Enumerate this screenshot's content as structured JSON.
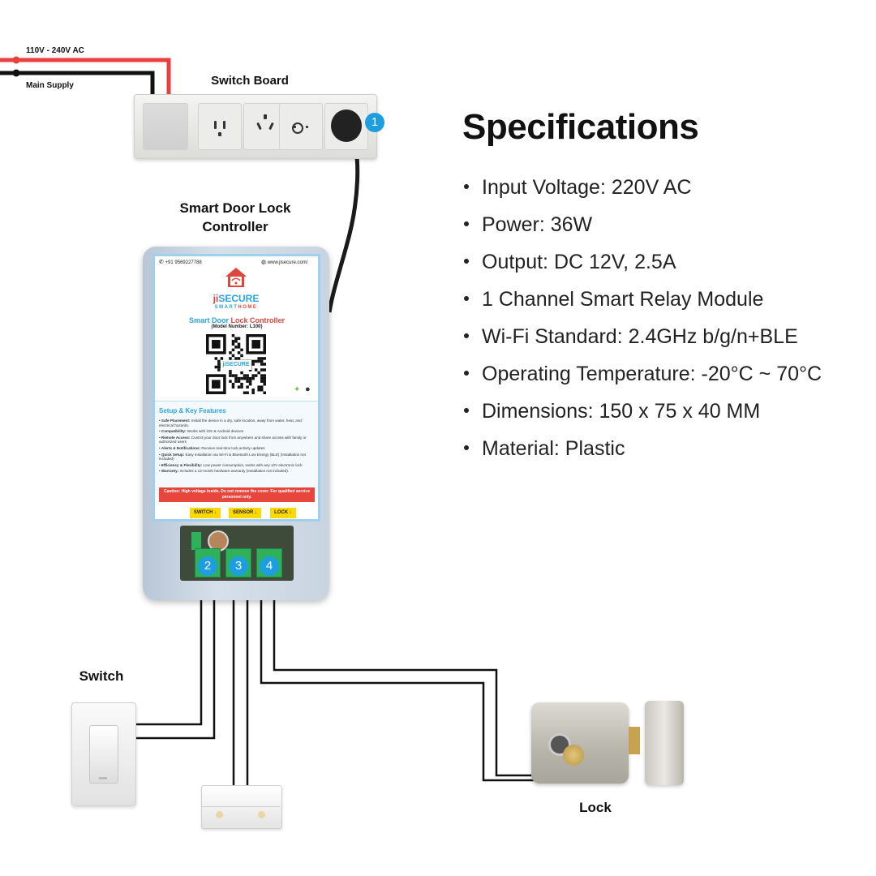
{
  "labels": {
    "mains_voltage": "110V - 240V AC",
    "main_supply": "Main Supply",
    "switch_board": "Switch Board",
    "controller_line1": "Smart Door Lock",
    "controller_line2": "Controller",
    "switch": "Switch",
    "lock": "Lock"
  },
  "badges": [
    "1",
    "2",
    "3",
    "4"
  ],
  "specifications": {
    "title": "Specifications",
    "items": [
      "Input Voltage: 220V AC",
      "Power: 36W",
      "Output: DC 12V, 2.5A",
      "1 Channel Smart Relay Module",
      "Wi-Fi Standard: 2.4GHz b/g/n+BLE",
      "Operating Temperature: -20°C ~ 70°C",
      "Dimensions: 150 x 75 x 40 MM",
      "Material: Plastic"
    ]
  },
  "device_label": {
    "phone": "+91 9569227788",
    "website": "www.jisecure.com/",
    "brand_prefix": "ji",
    "brand": "SECURE",
    "brand_sub_1": "SMART",
    "brand_sub_2": "HOME",
    "product_1": "Smart Door ",
    "product_2": "Lock Controller",
    "model": "(Model Number: L100)",
    "qr_center": "jiSECURE",
    "features_title": "Setup & Key Features",
    "features": [
      {
        "k": "Safe Placement:",
        "v": " Install the device in a dry, safe location, away from water, heat, and electrical hazards."
      },
      {
        "k": "Compatibility:",
        "v": " Works with iOS & Android devices"
      },
      {
        "k": "Remote Access:",
        "v": " Control your door lock from anywhere and share access with family or authorized users"
      },
      {
        "k": "Alerts & Notifications:",
        "v": " Receive real-time lock activity updates"
      },
      {
        "k": "Quick Setup:",
        "v": " Easy installation via Wi-Fi & Bluetooth Low Energy (BLE) (Installation not included)"
      },
      {
        "k": "Efficiency & Flexibility:",
        "v": " Low power consumption, works with any 12V electronic lock"
      },
      {
        "k": "Warranty:",
        "v": " Includes a 12-month hardware warranty (Installation not included)."
      }
    ],
    "caution": "Caution: High voltage inside. Do not remove the cover. For qualified service personnel only.",
    "tags": [
      "SWITCH ↓",
      "SENSOR ↓",
      "LOCK ↓"
    ]
  },
  "colors": {
    "live_wire": "#e8413d",
    "neutral_wire": "#111111",
    "badge": "#1c9ee0",
    "accent_blue": "#2aa4e0",
    "accent_red": "#e0443a",
    "caution_bg": "#e8453c",
    "tag_bg": "#ffd800",
    "terminal_green": "#2fb05a"
  }
}
